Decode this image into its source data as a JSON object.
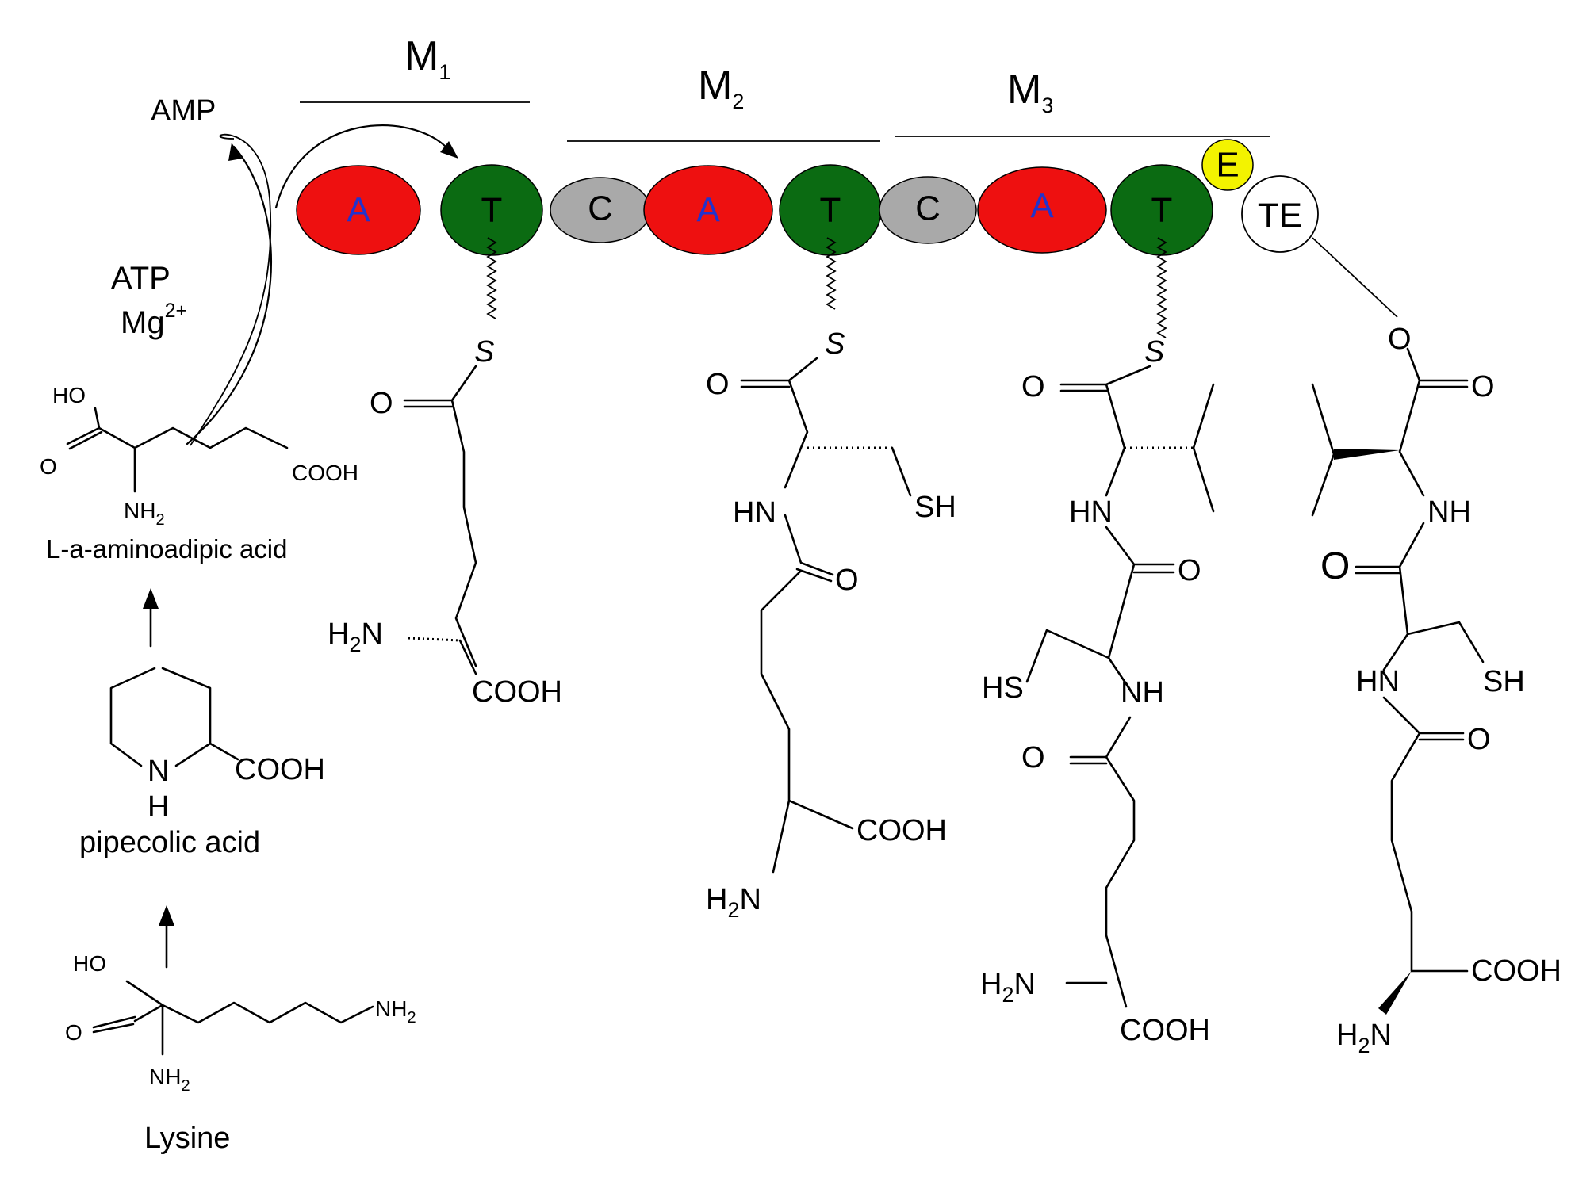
{
  "modules": {
    "m1": "M",
    "m2": "M",
    "m3": "M",
    "sub1": "1",
    "sub2": "2",
    "sub3": "3"
  },
  "domains": {
    "a1": "A",
    "t1": "T",
    "c2": "C",
    "a2": "A",
    "t2": "T",
    "c3": "C",
    "a3": "A",
    "t3": "T",
    "e": "E",
    "te": "TE"
  },
  "cofactors": {
    "amp": "AMP",
    "atp": "ATP",
    "mg": "Mg",
    "charge": "2+"
  },
  "precursors": {
    "lysine": "Lysine",
    "pipecolic": "pipecolic acid",
    "aminoadipic": "L-a-aminoadipic acid"
  },
  "atoms": {
    "ho": "HO",
    "o": "O",
    "nh2": "NH",
    "two": "2",
    "cooh": "COOH",
    "n": "N",
    "h": "H",
    "s": "S",
    "hn": "HN",
    "nh": "NH",
    "sh": "SH",
    "hs": "HS",
    "h2n_h": "H",
    "h2n_n": "N"
  },
  "colors": {
    "adenylation": "#ee1010",
    "thiolation": "#0b6b12",
    "condensation": "#a9a9a9",
    "epimerase": "#f3f300",
    "thioesterase": "#ffffff",
    "domain_letter_A": "#2233cc"
  }
}
